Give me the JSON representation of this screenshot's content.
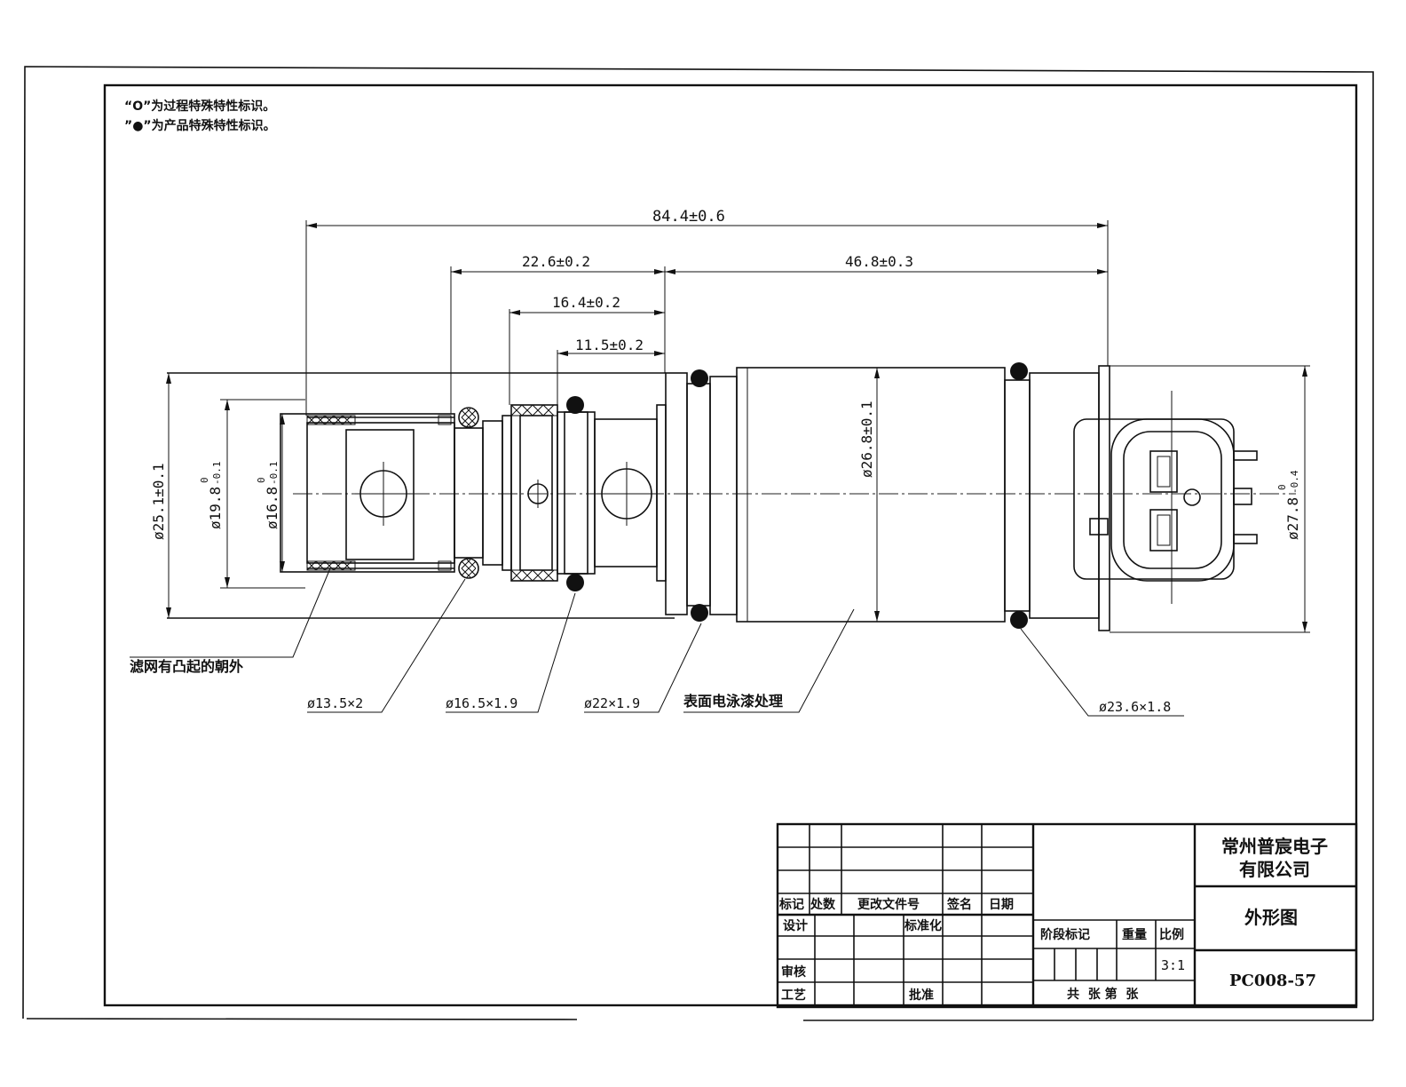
{
  "notes": {
    "process_mark": "“O”为过程特殊特性标识。",
    "product_mark": "”●”为产品特殊特性标识。"
  },
  "dimensions": {
    "overall_length": "84.4±0.6",
    "front_section": "22.6±0.2",
    "rear_section": "46.8±0.3",
    "mid_length": "16.4±0.2",
    "short_length": "11.5±0.2",
    "dia_25_1": "ø25.1±0.1",
    "dia_19_8": "ø19.8",
    "dia_19_8_upper": "0",
    "dia_19_8_lower": "-0.1",
    "dia_16_8": "ø16.8",
    "dia_16_8_upper": "0",
    "dia_16_8_lower": "-0.1",
    "dia_26_8": "ø26.8±0.1",
    "dia_27_8": "ø27.8",
    "dia_27_8_upper": "0",
    "dia_27_8_lower": "-0.4"
  },
  "callouts": {
    "filter_note": "滤网有凸起的朝外",
    "oring_13_5": "ø13.5×2",
    "oring_16_5": "ø16.5×1.9",
    "oring_22": "ø22×1.9",
    "surface_treatment": "表面电泳漆处理",
    "oring_23_6": "ø23.6×1.8"
  },
  "title_block": {
    "company_line1": "常州普宸电子",
    "company_line2": "有限公司",
    "drawing_title": "外形图",
    "drawing_number": "PC008-57",
    "revision_headers": [
      "标记",
      "处数",
      "更改文件号",
      "签名",
      "日期"
    ],
    "design": "设计",
    "standardization": "标准化",
    "review": "审核",
    "process": "工艺",
    "approval": "批准",
    "stage_mark": "阶段标记",
    "weight": "重量",
    "scale_label": "比例",
    "scale_value": "3:1",
    "sheet_info": "共  张 第  张"
  }
}
